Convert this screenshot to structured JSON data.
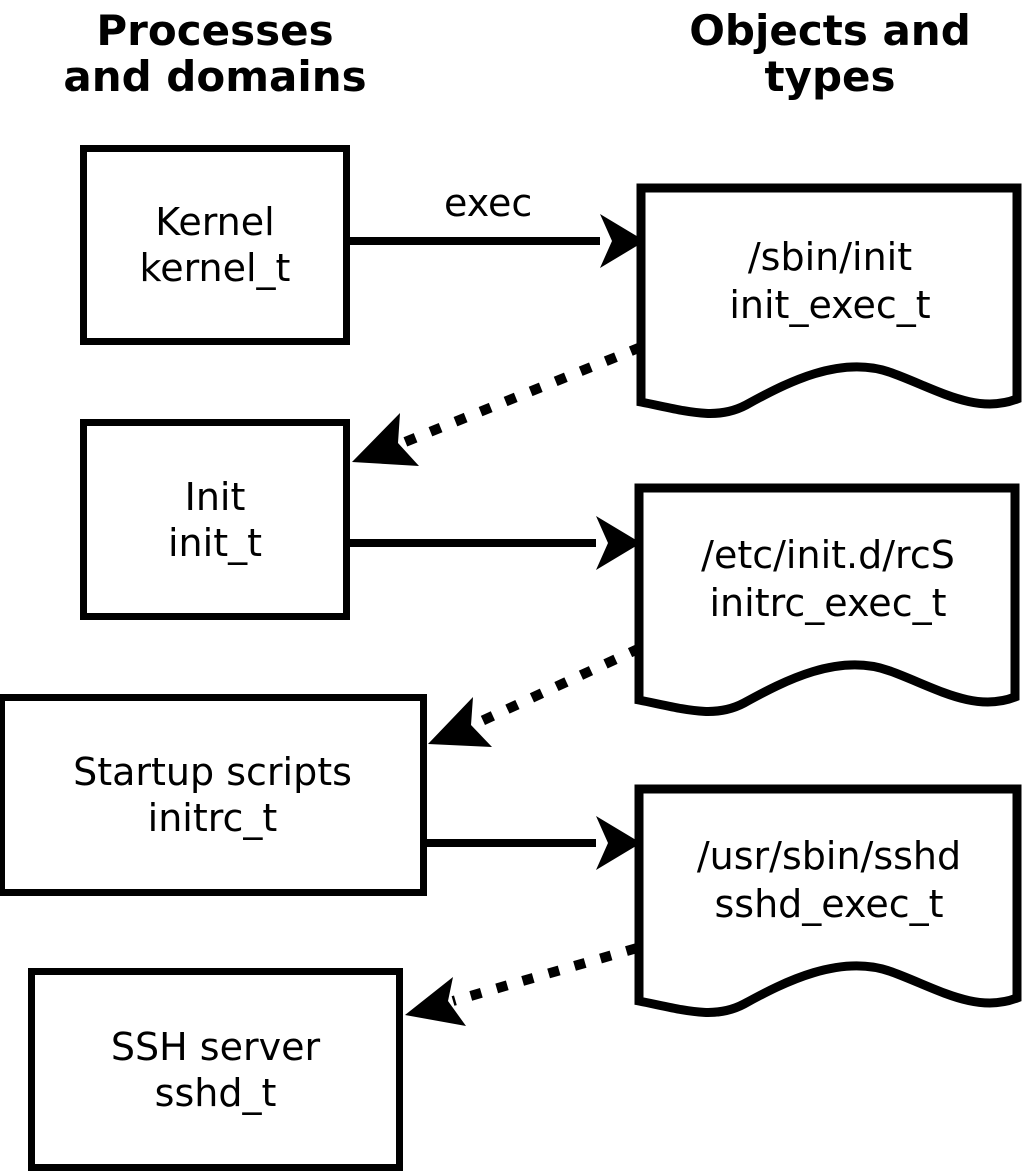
{
  "diagram": {
    "title_left": "Processes\nand domains",
    "title_right": "Objects and\ntypes",
    "stroke_color": "#000000",
    "background_color": "#ffffff"
  },
  "headers": {
    "left": "Processes\nand domains",
    "right": "Objects and\ntypes"
  },
  "process_boxes": [
    {
      "id": "kernel",
      "line1": "Kernel",
      "line2": "kernel_t"
    },
    {
      "id": "init",
      "line1": "Init",
      "line2": "init_t"
    },
    {
      "id": "initrc",
      "line1": "Startup scripts",
      "line2": "initrc_t"
    },
    {
      "id": "sshd",
      "line1": "SSH server",
      "line2": "sshd_t"
    }
  ],
  "object_boxes": [
    {
      "id": "init_exec",
      "line1": "/sbin/init",
      "line2": "init_exec_t"
    },
    {
      "id": "initrc_exec",
      "line1": "/etc/init.d/rcS",
      "line2": "initrc_exec_t"
    },
    {
      "id": "sshd_exec",
      "line1": "/usr/sbin/sshd",
      "line2": "sshd_exec_t"
    }
  ],
  "edges": [
    {
      "id": "kernel-exec-init",
      "label": "exec",
      "style": "solid",
      "from": "kernel",
      "to": "init_exec"
    },
    {
      "id": "init_exec-transition",
      "label": "",
      "style": "dotted",
      "from": "init_exec",
      "to": "init"
    },
    {
      "id": "init-exec-initrc",
      "label": "",
      "style": "solid",
      "from": "init",
      "to": "initrc_exec"
    },
    {
      "id": "initrc_exec-transition",
      "label": "",
      "style": "dotted",
      "from": "initrc_exec",
      "to": "initrc"
    },
    {
      "id": "initrc-exec-sshd",
      "label": "",
      "style": "solid",
      "from": "initrc",
      "to": "sshd_exec"
    },
    {
      "id": "sshd_exec-transition",
      "label": "",
      "style": "dotted",
      "from": "sshd_exec",
      "to": "sshd"
    }
  ],
  "edge_labels": {
    "exec": "exec"
  }
}
